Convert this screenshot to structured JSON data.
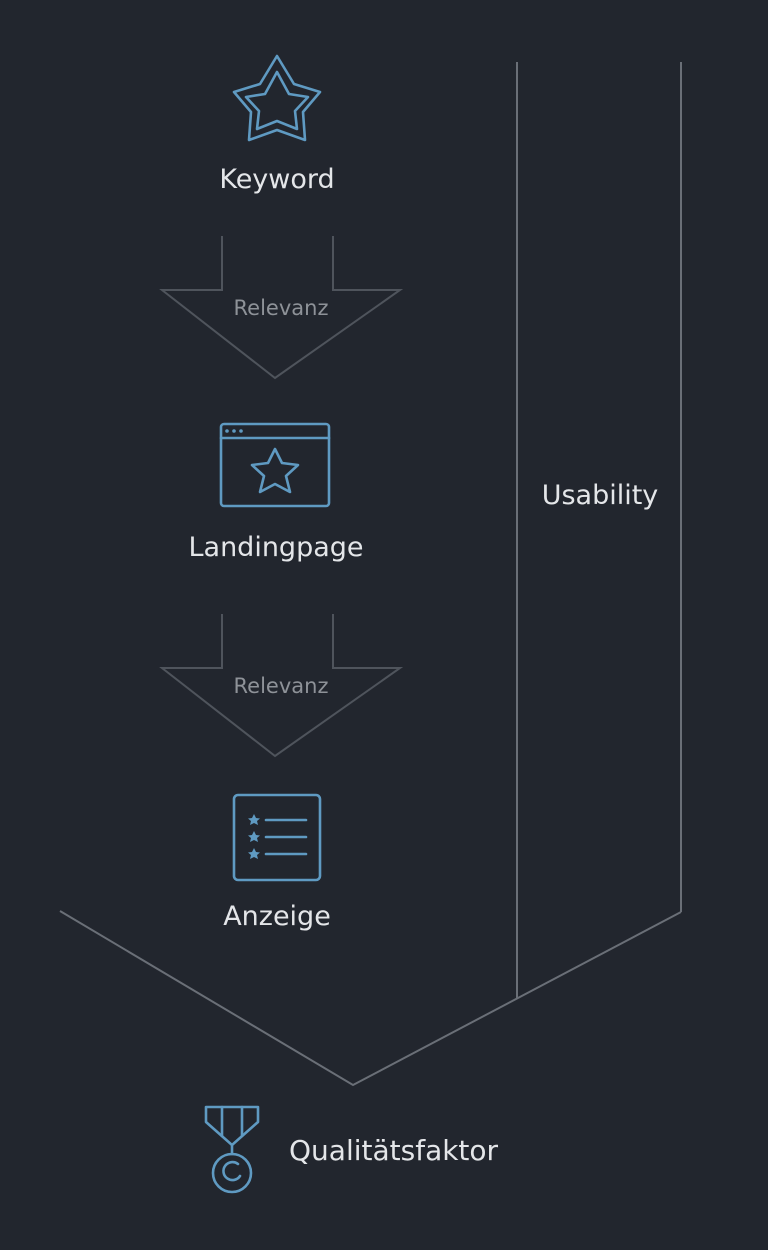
{
  "nodes": {
    "keyword": {
      "label": "Keyword",
      "icon": "star-icon"
    },
    "landingpage": {
      "label": "Landingpage",
      "icon": "browser-window-star-icon"
    },
    "anzeige": {
      "label": "Anzeige",
      "icon": "ad-list-stars-icon"
    }
  },
  "arrows": [
    {
      "label": "Relevanz"
    },
    {
      "label": "Relevanz"
    }
  ],
  "usability": {
    "label": "Usability"
  },
  "result": {
    "label": "Qualitätsfaktor",
    "icon": "medal-icon"
  },
  "colors": {
    "background": "#22262e",
    "icon_accent": "#5f9ac2",
    "text_primary": "#e4e6e9",
    "text_secondary": "#8e9298",
    "lines": "#6a6f77"
  }
}
